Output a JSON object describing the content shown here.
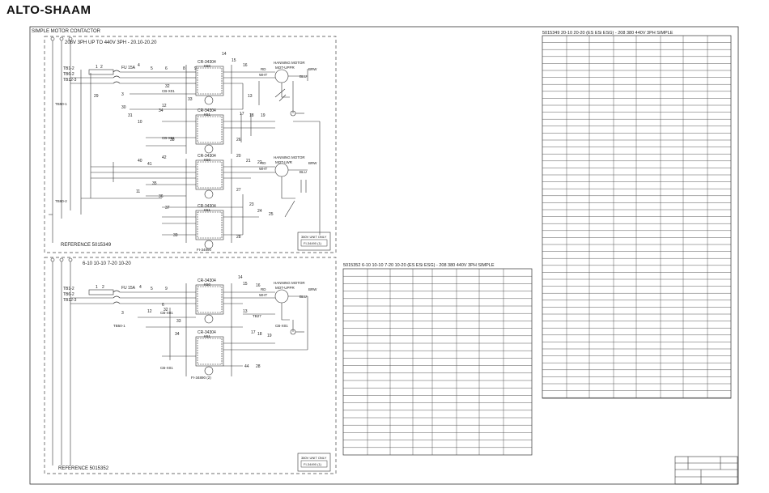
{
  "logo": "ALTO-SHAAM",
  "sheet_title": "SIMPLE MOTOR CONTACTOR",
  "diagram1": {
    "title": "208V 3PH UP TO 440V 3PH - 20.10-20.20",
    "reference": "REFERENCE 5015349",
    "ref_box": [
      "380V UNIT ONLY",
      "FI-34490 (1)"
    ],
    "fuse": "FU 15A",
    "terminals": [
      "TB1-2",
      "TB6-2",
      "TB12-3"
    ],
    "labels": [
      {
        "text": "TB50-1"
      },
      {
        "text": "TB60-2"
      },
      {
        "text": "CR-34304"
      },
      {
        "text": "K50"
      },
      {
        "text": "CR-34304"
      },
      {
        "text": "K51"
      },
      {
        "text": "CR-34304"
      },
      {
        "text": "K50"
      },
      {
        "text": "CR-34304"
      },
      {
        "text": "K51"
      },
      {
        "text": "CB-X01"
      },
      {
        "text": "CB-X01"
      },
      {
        "text": "HANNING MOTOR"
      },
      {
        "text": "MOT-UPPR"
      },
      {
        "text": "HANNING MOTOR"
      },
      {
        "text": "MOT-LWR"
      },
      {
        "text": "RD"
      },
      {
        "text": "WHT"
      },
      {
        "text": "BRW"
      },
      {
        "text": "BLU"
      },
      {
        "text": "RD"
      },
      {
        "text": "WHT"
      },
      {
        "text": "BRW"
      },
      {
        "text": "BLU"
      },
      {
        "text": "FI-34890"
      }
    ],
    "wires": [
      "1",
      "2",
      "3",
      "4",
      "5",
      "6",
      "8",
      "9",
      "10",
      "11",
      "12",
      "13",
      "14",
      "15",
      "16",
      "17",
      "18",
      "19",
      "20",
      "21",
      "22",
      "23",
      "24",
      "25",
      "26",
      "27",
      "28",
      "29",
      "30",
      "31",
      "32",
      "33",
      "34",
      "35",
      "36",
      "37",
      "38",
      "39",
      "40",
      "41",
      "42"
    ]
  },
  "diagram2": {
    "title": "6-10 10-10 7-20 10-20",
    "reference": "REFERENCE 5015352",
    "ref_box": [
      "380V UNIT ONLY",
      "FI-34490 (1)"
    ],
    "fuse": "FU 15A",
    "terminals": [
      "TB1-2",
      "TB6-2",
      "TB12-3"
    ],
    "labels": [
      {
        "text": "TB50-1"
      },
      {
        "text": "CR-34304"
      },
      {
        "text": "K50"
      },
      {
        "text": "CR-34304"
      },
      {
        "text": "K51"
      },
      {
        "text": "CB-X01"
      },
      {
        "text": "CB-X01"
      },
      {
        "text": "HANNING MOTOR"
      },
      {
        "text": "MOT-UPPR"
      },
      {
        "text": "RD"
      },
      {
        "text": "WHT"
      },
      {
        "text": "BRW"
      },
      {
        "text": "BLU"
      },
      {
        "text": "TB27"
      },
      {
        "text": "CB-X01"
      },
      {
        "text": "FI-34890 (2)"
      }
    ],
    "wires": [
      "1",
      "2",
      "3",
      "4",
      "5",
      "6",
      "9",
      "12",
      "13",
      "14",
      "15",
      "16",
      "17",
      "18",
      "19",
      "32",
      "33",
      "34",
      "44",
      "28"
    ]
  },
  "table1": {
    "title": "5015349 20-10 20-20 (ES ESi ESG) - 208 380 440V 3PH SIMPLE"
  },
  "table2": {
    "title": "5015352 6-10 10-10 7-20 10-20 (ES ESi ESG) - 208 380 440V 3PH SIMPLE"
  }
}
